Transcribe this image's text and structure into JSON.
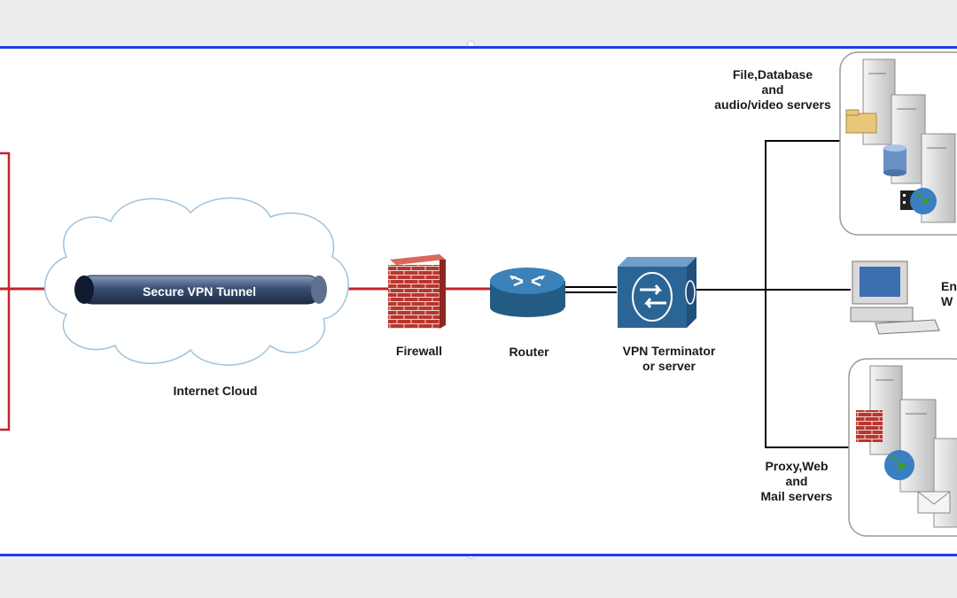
{
  "tunnel": {
    "label": "Secure VPN Tunnel"
  },
  "labels": {
    "internet_cloud": "Internet Cloud",
    "firewall": "Firewall",
    "router": "Router",
    "vpn_terminator_line1": "VPN Terminator",
    "vpn_terminator_line2": "or server",
    "file_servers_line1": "File,Database",
    "file_servers_line2": "and",
    "file_servers_line3": "audio/video servers",
    "proxy_servers_line1": "Proxy,Web",
    "proxy_servers_line2": "and",
    "proxy_servers_line3": "Mail servers",
    "workstation_partial_line1": "En",
    "workstation_partial_line2": "W"
  },
  "colors": {
    "frame_border": "#1f3fe0",
    "link_red": "#c0262b",
    "tunnel_blue": "#3b4f73",
    "router_blue": "#2e6f9e",
    "firewall_brick": "#b8362f"
  }
}
